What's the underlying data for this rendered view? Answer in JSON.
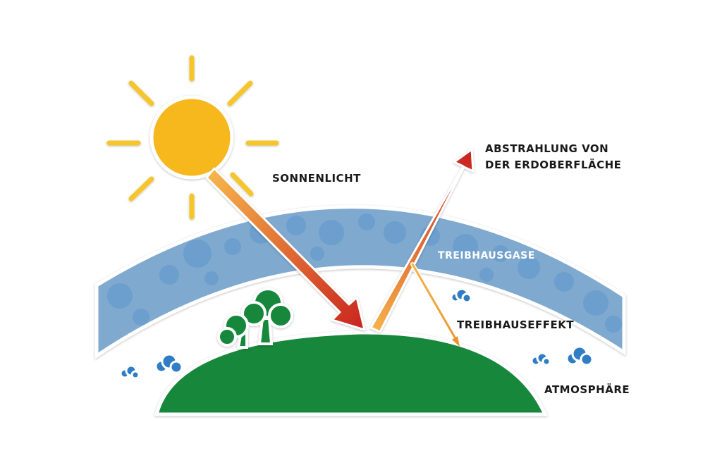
{
  "labels": {
    "sunlight": "SONNENLICHT",
    "radiation_line1": "ABSTRAHLUNG VON",
    "radiation_line2": "DER ERDOBERFLÄCHE",
    "greenhouse_gases": "TREIBHAUSGASE",
    "greenhouse_effect": "TREIBHAUSEFFEKT",
    "atmosphere": "ATMOSPHÄRE"
  },
  "colors": {
    "sun": "#f6b81c",
    "sun_rays": "#f6c52a",
    "gas_band": "#7fa9cf",
    "gas_blob": "#4a8cc8",
    "earth": "#12873a",
    "cloud": "#2f7dc4",
    "arrow_start": "#f6b34a",
    "arrow_end": "#c8221e"
  },
  "icons": [
    "sun-icon",
    "tree-icon",
    "cloud-icon"
  ]
}
